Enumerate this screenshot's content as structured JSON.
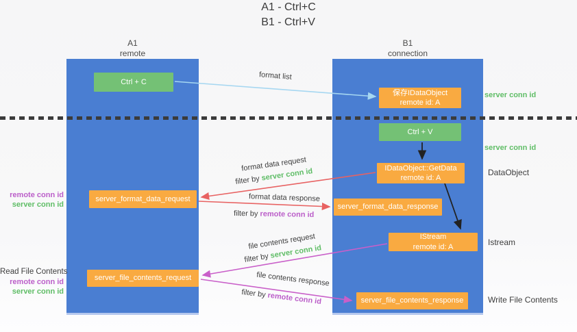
{
  "title": {
    "line1": "A1 - Ctrl+C",
    "line2": "B1 - Ctrl+V"
  },
  "lifelines": {
    "a": {
      "name": "A1",
      "subtitle": "remote"
    },
    "b": {
      "name": "B1",
      "subtitle": "connection"
    }
  },
  "nodes": {
    "ctrl_c": {
      "label": "Ctrl + C"
    },
    "ctrl_v": {
      "label": "Ctrl + V"
    },
    "save_idataobject": {
      "line1": "保存IDataObject",
      "line2": "remote id: A"
    },
    "idataobject_getdata": {
      "line1": "IDataObject::GetData",
      "line2": "remote id: A"
    },
    "istream": {
      "line1": "IStream",
      "line2": "remote id: A"
    },
    "server_format_data_request": {
      "label": "server_format_data_request"
    },
    "server_format_data_response": {
      "label": "server_format_data_response"
    },
    "server_file_contents_request": {
      "label": "server_file_contents_request"
    },
    "server_file_contents_response": {
      "label": "server_file_contents_response"
    }
  },
  "arrows": {
    "format_list": {
      "label": "format list"
    },
    "format_data_request": {
      "label": "format data request",
      "filter_prefix": "filter by",
      "filter_key": "server conn id"
    },
    "format_data_response": {
      "label": "format data response",
      "filter_prefix": "filter by",
      "filter_key": "remote conn id"
    },
    "file_contents_request": {
      "label": "file contents request",
      "filter_prefix": "filter by",
      "filter_key": "server conn id"
    },
    "file_contents_response": {
      "label": "file contents response",
      "filter_prefix": "filter by",
      "filter_key": "remote conn id"
    }
  },
  "side_labels": {
    "server_conn_id_top": "server conn id",
    "server_conn_id_mid": "server conn id",
    "dataobject": "DataObject",
    "istream": "Istream",
    "write_file_contents": "Write File Contents",
    "read_file_contents": "Read File Contents",
    "left_remote_conn_1": "remote conn id",
    "left_server_conn_1": "server conn id",
    "left_remote_conn_2": "remote conn id",
    "left_server_conn_2": "server conn id"
  },
  "colors": {
    "lifeline_blue": "#4a7ed2",
    "node_green": "#74c175",
    "node_orange": "#f9aa41",
    "text_green": "#5fbd66",
    "text_purple": "#bb5ec9",
    "arrow_lightblue": "#a6d7f1",
    "arrow_red": "#e86262",
    "arrow_magenta": "#c95fc9",
    "arrow_black": "#222222"
  }
}
